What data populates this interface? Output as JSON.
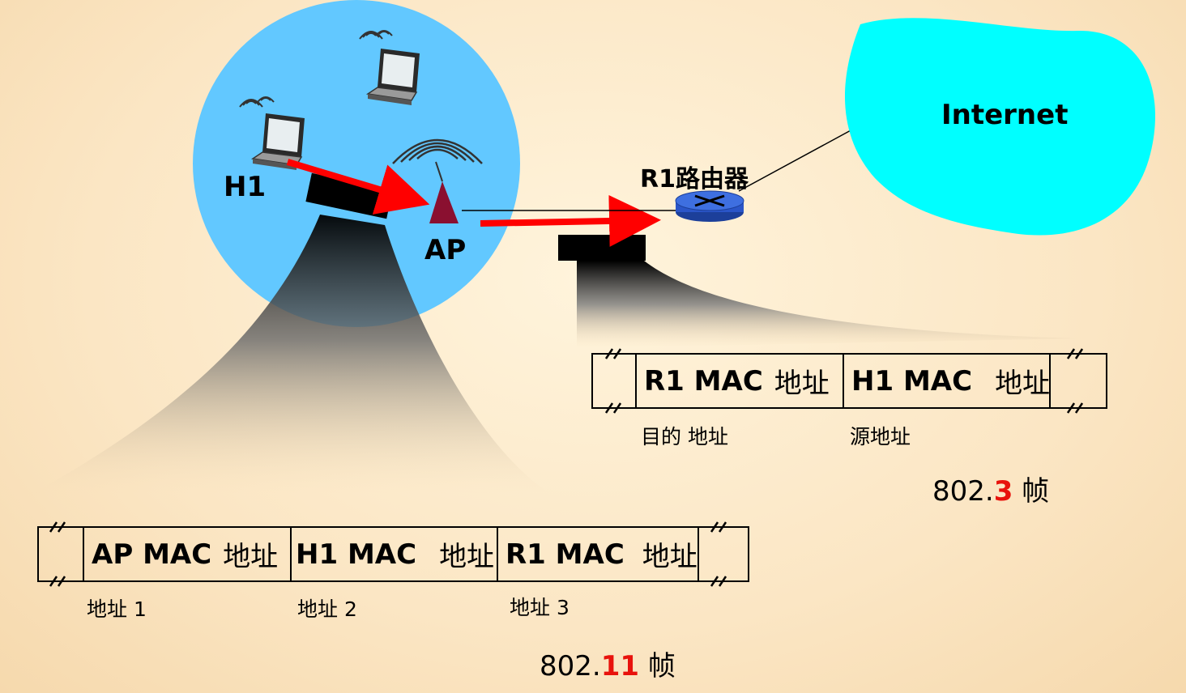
{
  "labels": {
    "h1": "H1",
    "ap": "AP",
    "router": "R1路由器",
    "internet": "Internet"
  },
  "frame_80211": {
    "fields": [
      {
        "mac": "AP MAC",
        "suffix": "地址",
        "caption": "地址 1"
      },
      {
        "mac": "H1 MAC",
        "suffix": "地址",
        "caption": "地址 2"
      },
      {
        "mac": "R1 MAC",
        "suffix": "地址",
        "caption": "地址 3"
      }
    ],
    "title_prefix": "802.",
    "title_highlight": "11",
    "title_suffix": " 帧"
  },
  "frame_8023": {
    "fields": [
      {
        "mac": "R1 MAC",
        "suffix": "地址",
        "caption": "目的 地址"
      },
      {
        "mac": "H1 MAC",
        "suffix": "地址",
        "caption": "源地址"
      }
    ],
    "title_prefix": "802.",
    "title_highlight": "3",
    "title_suffix": " 帧"
  },
  "colors": {
    "cell": "#62c8ff",
    "internet": "#00ffff",
    "arrow": "#ff0000",
    "router": "#2a55c8",
    "ap_tower": "#8a1030",
    "highlight": "#e8120c"
  }
}
